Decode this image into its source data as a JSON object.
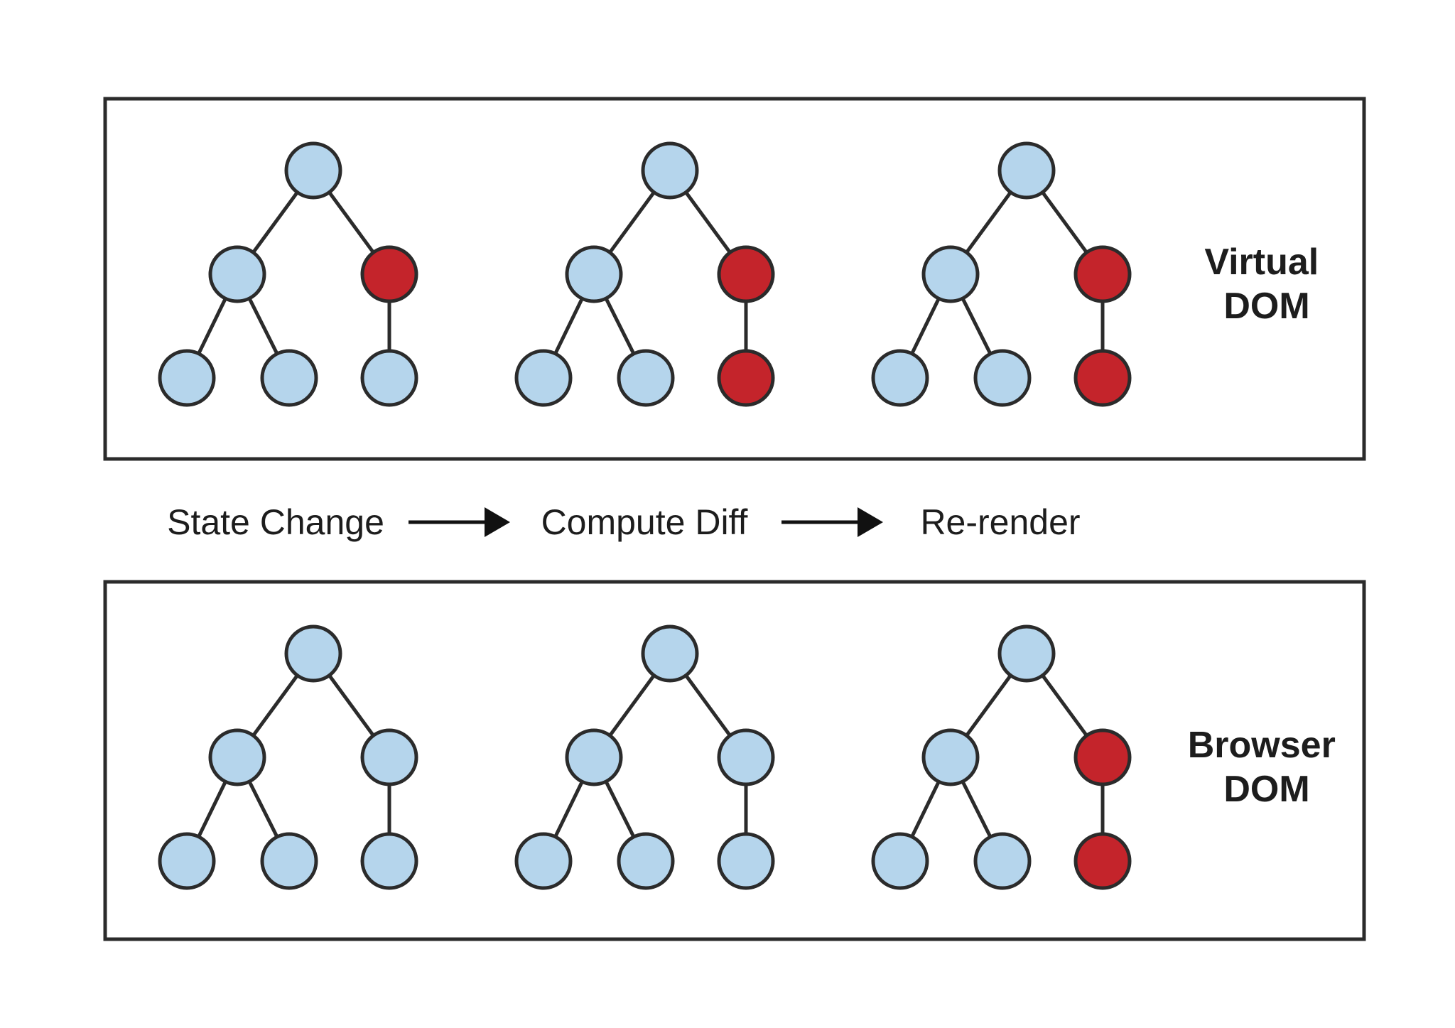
{
  "colors": {
    "node_default": "#b5d5ec",
    "node_changed": "#c4242b",
    "stroke": "#2b2b2b",
    "background": "#ffffff"
  },
  "steps": [
    {
      "label": "State Change"
    },
    {
      "label": "Compute Diff"
    },
    {
      "label": "Re-render"
    }
  ],
  "panels": [
    {
      "title_lines": [
        "Virtual",
        "DOM"
      ],
      "trees": [
        {
          "changed": [
            "right"
          ]
        },
        {
          "changed": [
            "right",
            "right_child"
          ]
        },
        {
          "changed": [
            "right",
            "right_child"
          ]
        }
      ]
    },
    {
      "title_lines": [
        "Browser",
        "DOM"
      ],
      "trees": [
        {
          "changed": []
        },
        {
          "changed": []
        },
        {
          "changed": [
            "right",
            "right_child"
          ]
        }
      ]
    }
  ]
}
